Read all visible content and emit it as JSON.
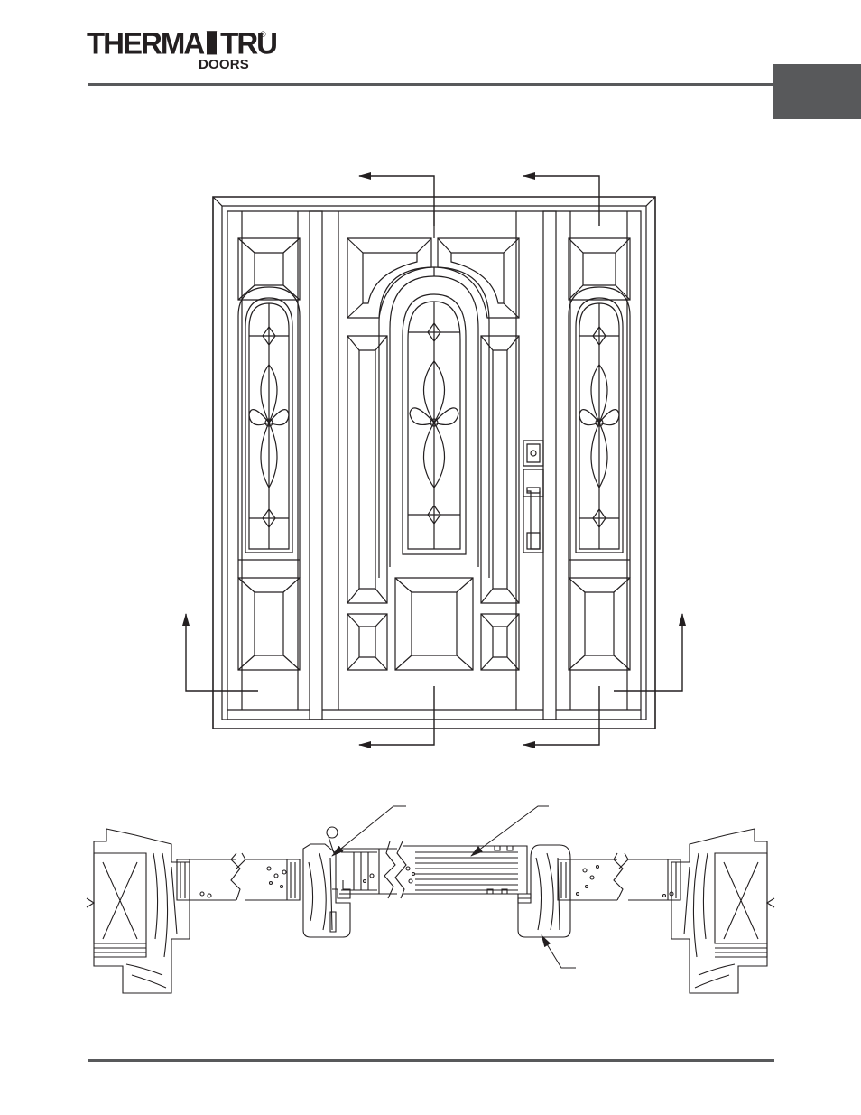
{
  "brand": {
    "name_left": "THERMA",
    "name_right": "TRU",
    "registered": "®",
    "sub": "DOORS"
  },
  "colors": {
    "rule": "#58595b",
    "tab": "#58595b",
    "ink": "#231f20"
  }
}
